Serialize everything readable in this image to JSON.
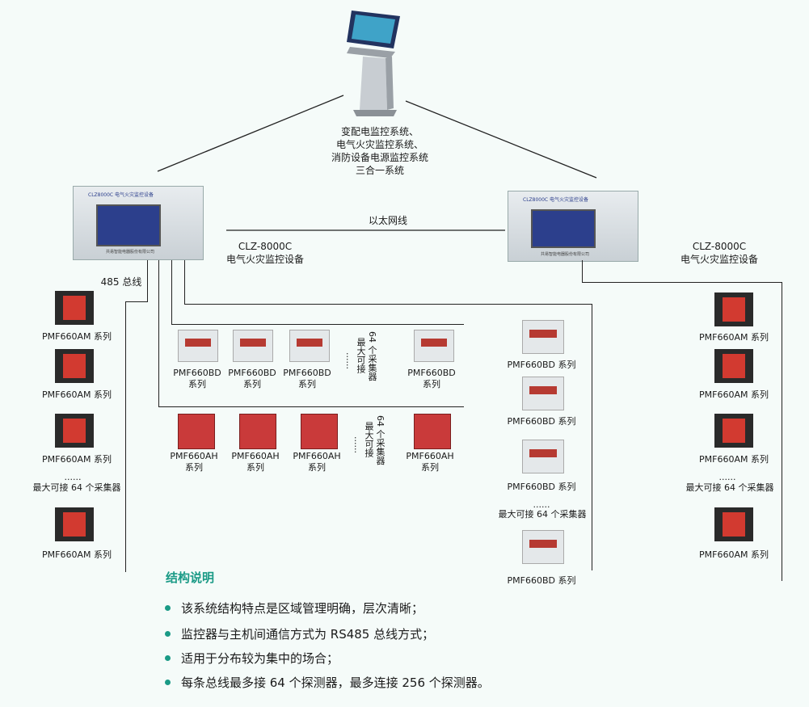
{
  "host": {
    "caption_lines": [
      "变配电监控系统、",
      "电气火灾监控系统、",
      "消防设备电源监控系统",
      "三合一系统"
    ]
  },
  "ethernet_label": "以太网线",
  "rs485_label": "485 总线",
  "controller": {
    "name": "CLZ-8000C",
    "desc": "电气火灾监控设备",
    "panel_title": "CLZ8000C 电气火灾监控设备",
    "panel_company": "共易智能电器股份有限公司"
  },
  "series": {
    "am": "PMF660AM 系列",
    "bd": "PMF660BD 系列",
    "bd_name": "PMF660BD",
    "ah_name": "PMF660AH",
    "suffix": "系列"
  },
  "max_note": "最大可接 64 个采集器",
  "max_note_vertical": [
    "最大可接",
    "64 个采集器"
  ],
  "ellipsis": "......",
  "structure": {
    "title": "结构说明",
    "bullets": [
      "该系统结构特点是区域管理明确，层次清晰；",
      "监控器与主机间通信方式为 RS485 总线方式；",
      "适用于分布较为集中的场合；",
      "每条总线最多接 64 个探测器，最多连接 256 个探测器。"
    ]
  },
  "colors": {
    "accent": "#1a9a86",
    "meter_red": "#d23a30",
    "panel_blue": "#2c3f8c"
  }
}
